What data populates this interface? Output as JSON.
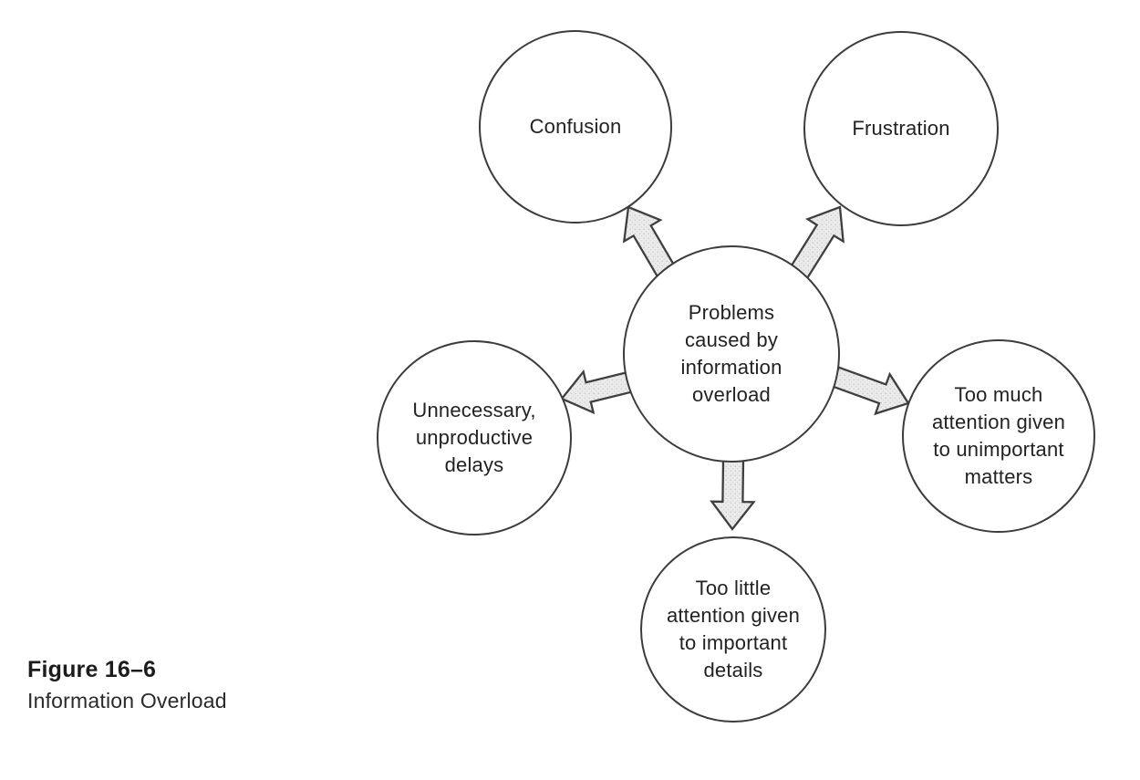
{
  "caption": {
    "label": "Figure 16–6",
    "title": "Information Overload"
  },
  "diagram": {
    "center_node": {
      "label": "Problems\ncaused by\ninformation\noverload"
    },
    "outcome_nodes": {
      "confusion": {
        "label": "Confusion"
      },
      "frustration": {
        "label": "Frustration"
      },
      "unnecessary_delays": {
        "label": "Unnecessary,\nunproductive\ndelays"
      },
      "too_much_attention": {
        "label": "Too much\nattention given\nto unimportant\nmatters"
      },
      "too_little_attention": {
        "label": "Too little\nattention given\nto important\ndetails"
      }
    }
  },
  "colors": {
    "paper": "#ffffff",
    "ink": "#3c3c3c",
    "text": "#222222",
    "arrow_stroke": "#3f3f3f",
    "arrow_fill_base": "#ebebeb",
    "arrow_fill_speckle": "#c0c0c0"
  }
}
